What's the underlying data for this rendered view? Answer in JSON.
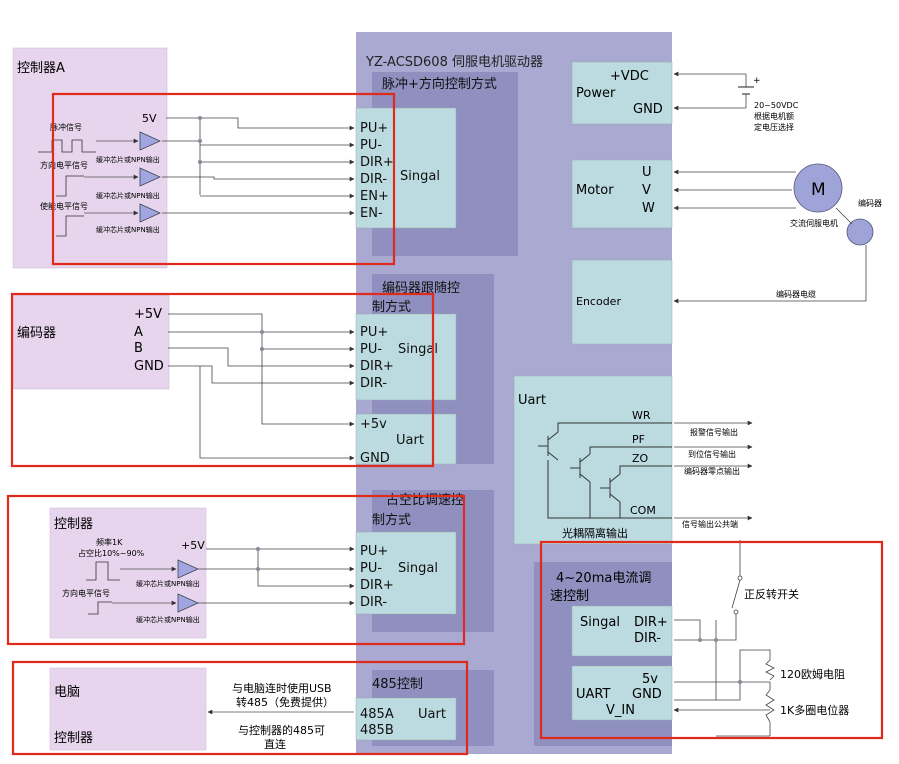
{
  "driver": {
    "title": "YZ-ACSD608 伺服电机驱动器",
    "pulse_mode_title": "脉冲+方向控制方式",
    "encoder_mode_title_line1": "编码器跟随控",
    "encoder_mode_title_line2": "制方式",
    "duty_mode_title_line1": "占空比调速控",
    "duty_mode_title_line2": "制方式",
    "rs485_mode_title": "485控制",
    "current_mode_title_line1": "4~20ma电流调",
    "current_mode_title_line2": "速控制"
  },
  "terminals": {
    "pu_plus": "PU+",
    "pu_minus": "PU-",
    "dir_plus": "DIR+",
    "dir_minus": "DIR-",
    "en_plus": "EN+",
    "en_minus": "EN-",
    "singal": "Singal",
    "plus5v_lower": "+5v",
    "uart": "Uart",
    "gnd": "GND",
    "a485": "485A",
    "b485": "485B",
    "uart_upper": "UART",
    "v_in": "V_IN",
    "fivev": "5v"
  },
  "power": {
    "title": "Power",
    "vdc": "+VDC",
    "gnd": "GND",
    "plus_sign": "+",
    "supply_line1": "20~50VDC",
    "supply_line2": "根据电机额",
    "supply_line3": "定电压选择"
  },
  "motor": {
    "title": "Motor",
    "u": "U",
    "v": "V",
    "w": "W",
    "symbol": "M",
    "caption": "交流伺服电机",
    "encoder_caption": "编码器"
  },
  "encoder_block": {
    "title": "Encoder",
    "cable_label": "编码器电缆"
  },
  "uart_out": {
    "title": "Uart",
    "wr": "WR",
    "pf": "PF",
    "zo": "ZO",
    "com": "COM",
    "wr_desc": "报警信号输出",
    "pf_desc": "到位信号输出",
    "zo_desc": "编码器零点输出",
    "com_desc": "信号输出公共端",
    "opto_label": "光耦隔离输出"
  },
  "controller_a": {
    "title": "控制器A",
    "supply": "5V",
    "pulse_signal": "脉冲信号",
    "dir_signal": "方向电平信号",
    "en_signal": "使能电平信号",
    "buffer_label": "缓冲芯片或NPN输出"
  },
  "encoder_source": {
    "title": "编码器",
    "p5v": "+5V",
    "a": "A",
    "b": "B",
    "gnd": "GND"
  },
  "controller_duty": {
    "title": "控制器",
    "freq": "频率1K",
    "duty": "占空比10%~90%",
    "supply": "+5V",
    "dir_signal": "方向电平信号",
    "buffer_label": "缓冲芯片或NPN输出"
  },
  "pc": {
    "pc_label": "电脑",
    "ctrl_label": "控制器",
    "usb_line1": "与电脑连时使用USB",
    "usb_line2": "转485（免费提供）",
    "direct_line1": "与控制器的485可",
    "direct_line2": "直连"
  },
  "external": {
    "switch_label": "正反转开关",
    "resistor_label": "120欧姆电阻",
    "pot_label": "1K多圈电位器"
  }
}
